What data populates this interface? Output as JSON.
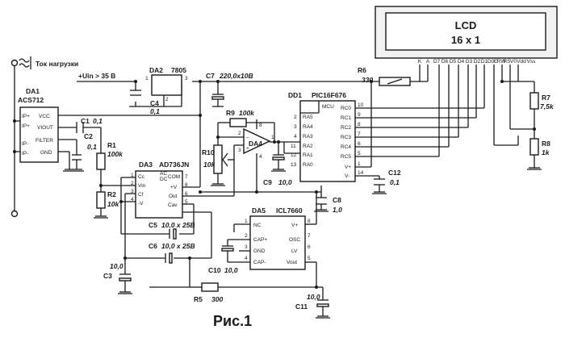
{
  "caption": "Рис.1",
  "load_label": "Ток нагрузки",
  "supply_label": "+Uin > 35 В",
  "lcd": {
    "line1": "LCD",
    "line2": "16 x 1",
    "pins": [
      "K",
      "A",
      "D7",
      "D6",
      "D5",
      "D4",
      "D3",
      "D2",
      "D1",
      "D0",
      "E",
      "RW",
      "RS",
      "V0",
      "Vdd",
      "Vss"
    ]
  },
  "da1": {
    "ref": "DA1",
    "part": "ACS712",
    "pins": [
      "IP+",
      "IP+",
      "IP-",
      "IP-",
      "VCC",
      "VIOUT",
      "FILTER",
      "GND"
    ]
  },
  "da2": {
    "ref": "DA2",
    "part": "7805",
    "pins": [
      "1",
      "2",
      "3"
    ]
  },
  "da3": {
    "ref": "DA3",
    "part": "AD736JN",
    "pins": [
      "Cc",
      "Vin",
      "Cf",
      "-V",
      "AC",
      "DC",
      "COM",
      "+V",
      "Out",
      "Cav"
    ],
    "pin_numbers": [
      "1",
      "2",
      "3",
      "4",
      "8",
      "7",
      "6",
      "5"
    ]
  },
  "da4": {
    "ref": "DA4",
    "pins": [
      "2",
      "3",
      "4",
      "8",
      "1"
    ]
  },
  "da5": {
    "ref": "DA5",
    "part": "ICL7660",
    "pins": [
      "NC",
      "CAP+",
      "GND",
      "CAP-",
      "V+",
      "OSC",
      "LV",
      "Vout"
    ],
    "pin_numbers": [
      "1",
      "2",
      "3",
      "4",
      "8",
      "7",
      "6",
      "5"
    ]
  },
  "dd1": {
    "ref": "DD1",
    "part": "PIC16F676",
    "mcu": "MCU",
    "left_pins": [
      "RA5",
      "RA4",
      "RA3",
      "RA2",
      "RA1",
      "RA0"
    ],
    "left_nums": [
      "2",
      "3",
      "4",
      "11",
      "12",
      "13"
    ],
    "right_pins": [
      "RC0",
      "RC1",
      "RC2",
      "RC3",
      "RC4",
      "RC5",
      "V+",
      "V-"
    ],
    "right_nums": [
      "10",
      "9",
      "8",
      "7",
      "6",
      "5",
      "1",
      "14"
    ]
  },
  "components": {
    "c1": {
      "ref": "C1",
      "val": "0,1"
    },
    "c2": {
      "ref": "C2",
      "val": "0,1"
    },
    "c3": {
      "ref": "C3",
      "val": "10,0"
    },
    "c4": {
      "ref": "C4",
      "val": "0,1"
    },
    "c5": {
      "ref": "C5",
      "val": "10,0 x 25В"
    },
    "c6": {
      "ref": "C6",
      "val": "10,0 x 25В"
    },
    "c7": {
      "ref": "C7",
      "val": "220,0x10В"
    },
    "c8": {
      "ref": "C8",
      "val": "1,0"
    },
    "c9": {
      "ref": "C9",
      "val": "10,0"
    },
    "c10": {
      "ref": "C10",
      "val": "10,0"
    },
    "c11": {
      "ref": "C11",
      "val": "10,0"
    },
    "c12": {
      "ref": "C12",
      "val": "0,1"
    },
    "r1": {
      "ref": "R1",
      "val": "100k"
    },
    "r2": {
      "ref": "R2",
      "val": "10k"
    },
    "r5": {
      "ref": "R5",
      "val": "300"
    },
    "r6": {
      "ref": "R6",
      "val": "330"
    },
    "r7": {
      "ref": "R7",
      "val": "7,5k"
    },
    "r8": {
      "ref": "R8",
      "val": "1k"
    },
    "r9": {
      "ref": "R9",
      "val": "100k"
    },
    "r10": {
      "ref": "R10",
      "val": "10k"
    }
  }
}
